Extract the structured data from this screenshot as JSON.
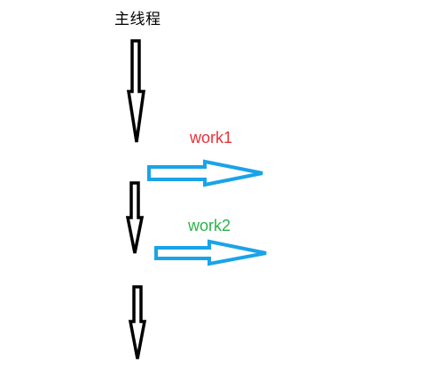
{
  "diagram": {
    "title": "主线程",
    "main_arrow_color": "#000000",
    "branch_arrow_color": "#1aa3e8",
    "branches": [
      {
        "label": "work1",
        "color": "#e8313a"
      },
      {
        "label": "work2",
        "color": "#2ab34a"
      }
    ]
  }
}
